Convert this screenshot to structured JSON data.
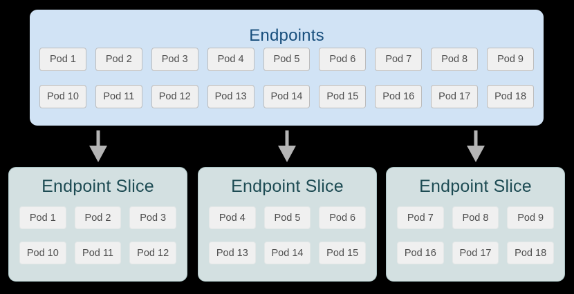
{
  "colors": {
    "page_bg": "#000000",
    "endpoints_bg": "#d1e3f5",
    "endpoints_title": "#174e7c",
    "slice_bg": "#d3e0e1",
    "slice_border": "#acc5c6",
    "slice_title": "#1d4b53",
    "pod_bg": "#f0f0f0",
    "pod_border": "#bcbcbc",
    "pod_border_slice": "#e3e7e7",
    "pod_text": "#4d4d4d",
    "arrow": "#b5b5b5"
  },
  "endpoints": {
    "title": "Endpoints",
    "pod_rows": [
      [
        "Pod 1",
        "Pod 2",
        "Pod 3",
        "Pod 4",
        "Pod 5",
        "Pod 6",
        "Pod 7",
        "Pod 8",
        "Pod 9"
      ],
      [
        "Pod 10",
        "Pod 11",
        "Pod 12",
        "Pod 13",
        "Pod 14",
        "Pod 15",
        "Pod 16",
        "Pod 17",
        "Pod 18"
      ]
    ]
  },
  "slices": [
    {
      "title": "Endpoint Slice",
      "pod_rows": [
        [
          "Pod 1",
          "Pod 2",
          "Pod 3"
        ],
        [
          "Pod 10",
          "Pod 11",
          "Pod 12"
        ]
      ]
    },
    {
      "title": "Endpoint Slice",
      "pod_rows": [
        [
          "Pod 4",
          "Pod 5",
          "Pod 6"
        ],
        [
          "Pod 13",
          "Pod 14",
          "Pod 15"
        ]
      ]
    },
    {
      "title": "Endpoint Slice",
      "pod_rows": [
        [
          "Pod 7",
          "Pod 8",
          "Pod 9"
        ],
        [
          "Pod 16",
          "Pod 17",
          "Pod 18"
        ]
      ]
    }
  ]
}
